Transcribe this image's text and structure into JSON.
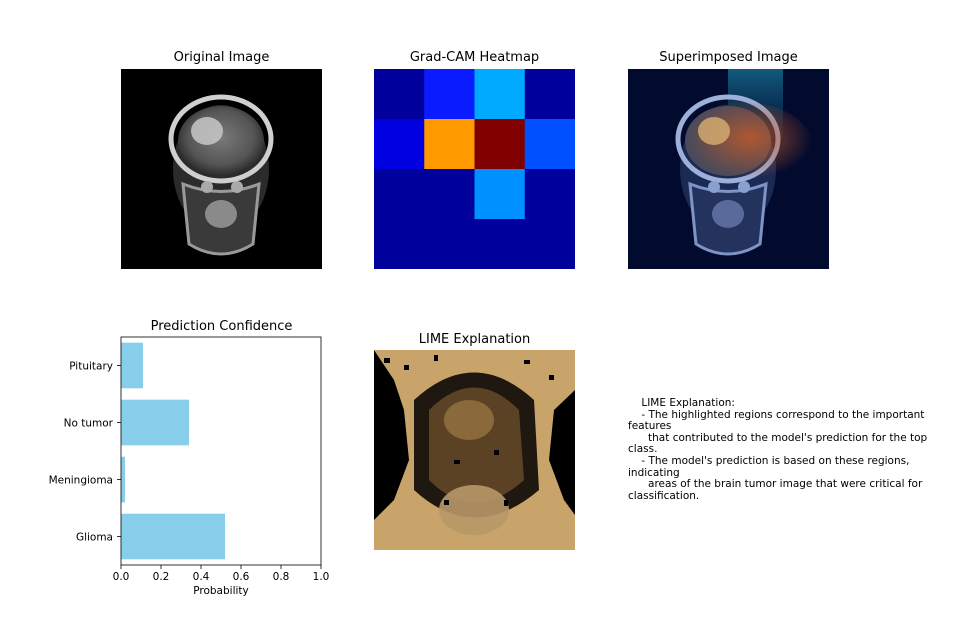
{
  "panels": {
    "original_title": "Original Image",
    "gradcam_title": "Grad-CAM Heatmap",
    "superimposed_title": "Superimposed Image",
    "confidence_title": "Prediction Confidence",
    "lime_title": "LIME Explanation"
  },
  "heatmap": {
    "rows": 4,
    "cols": 4,
    "colors": [
      "#00009c",
      "#0a1cff",
      "#00aaff",
      "#00009c",
      "#0000e0",
      "#ff9900",
      "#800000",
      "#0050ff",
      "#00009c",
      "#00009c",
      "#0090ff",
      "#00009c",
      "#00009c",
      "#00009c",
      "#00009c",
      "#00009c"
    ]
  },
  "chart_data": {
    "type": "bar",
    "orientation": "horizontal",
    "title": "Prediction Confidence",
    "categories": [
      "Glioma",
      "Meningioma",
      "No tumor",
      "Pituitary"
    ],
    "values": [
      0.52,
      0.02,
      0.34,
      0.11
    ],
    "xlabel": "Probability",
    "xlim": [
      0,
      1
    ],
    "xticks": [
      "0.0",
      "0.2",
      "0.4",
      "0.6",
      "0.8",
      "1.0"
    ],
    "bar_color": "#87ceeb"
  },
  "lime_note": "    LIME Explanation:\n    - The highlighted regions correspond to the important features\n      that contributed to the model's prediction for the top class.\n    - The model's prediction is based on these regions, indicating\n      areas of the brain tumor image that were critical for classification."
}
